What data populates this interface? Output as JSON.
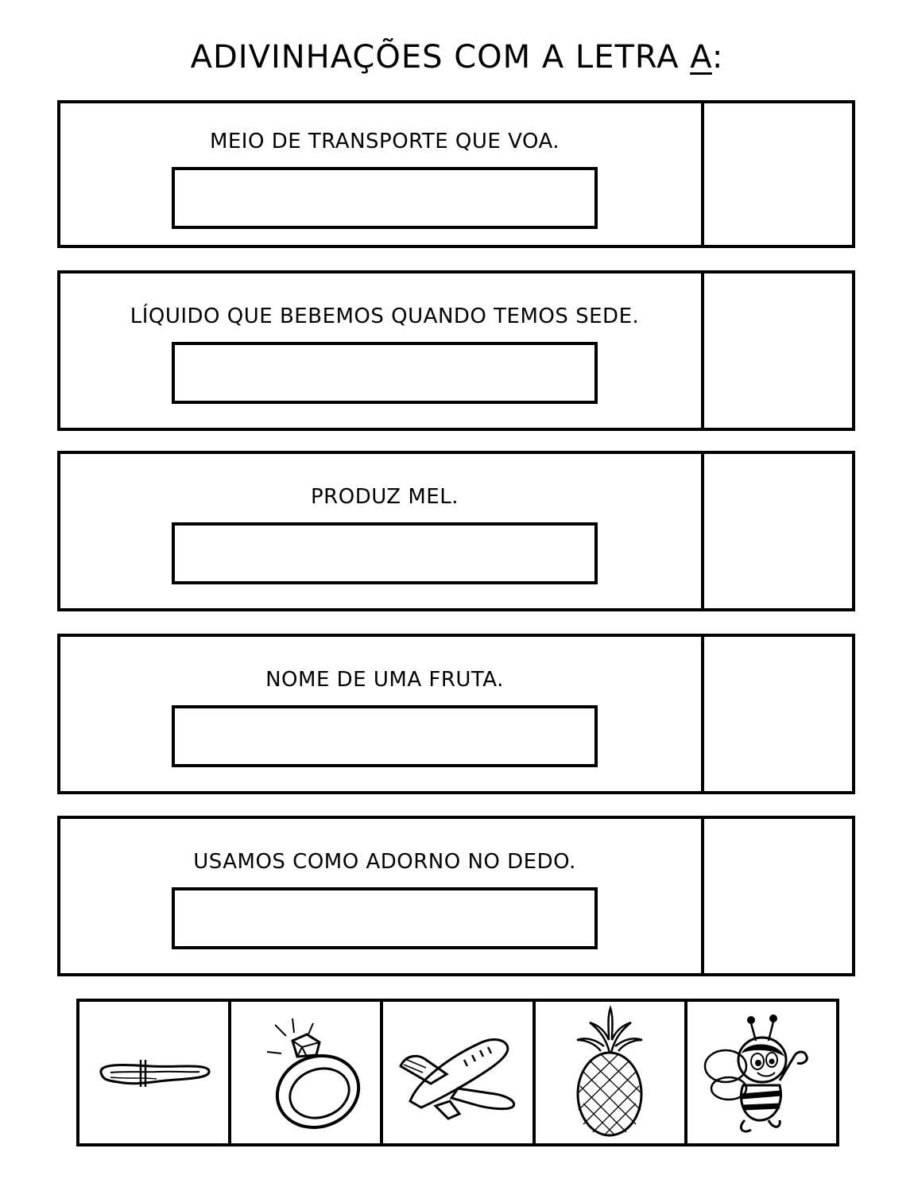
{
  "title": {
    "prefix": "ADIVINHAÇÕES COM A LETRA ",
    "letter": "A",
    "suffix": ":"
  },
  "riddles": [
    {
      "clue": "MEIO DE TRANSPORTE QUE VOA."
    },
    {
      "clue": "LÍQUIDO QUE BEBEMOS QUANDO TEMOS SEDE."
    },
    {
      "clue": "PRODUZ MEL."
    },
    {
      "clue": "NOME DE UMA FRUTA."
    },
    {
      "clue": "USAMOS COMO ADORNO NO DEDO."
    }
  ],
  "pictures": [
    {
      "icon": "water-puddle-icon"
    },
    {
      "icon": "diamond-ring-icon"
    },
    {
      "icon": "airplane-icon"
    },
    {
      "icon": "pineapple-icon"
    },
    {
      "icon": "bee-icon"
    }
  ]
}
